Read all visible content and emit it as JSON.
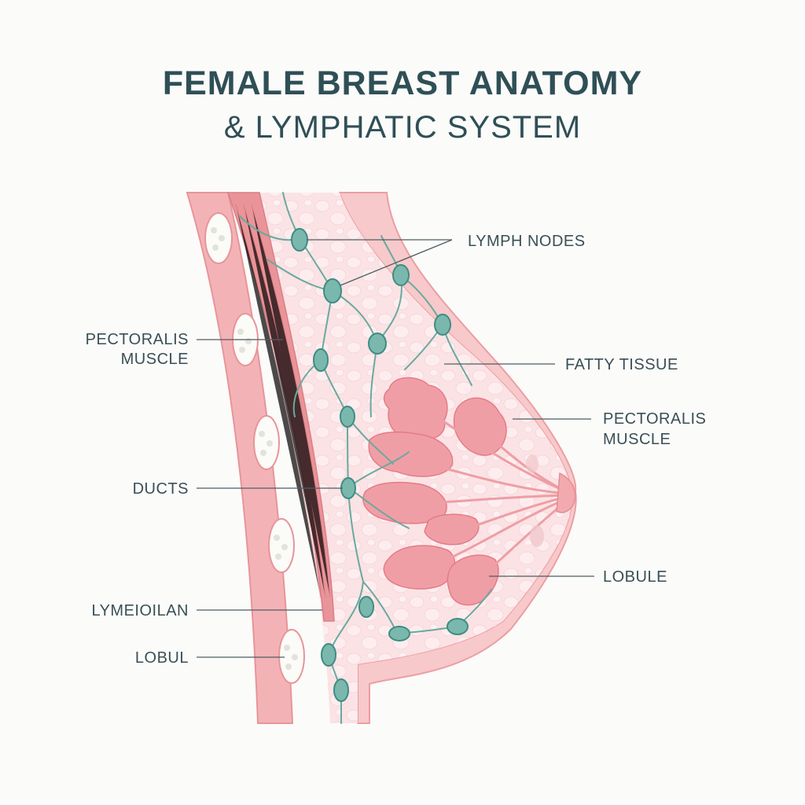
{
  "title": {
    "line1": "FEMALE BREAST ANATOMY",
    "line2": "& LYMPHATIC SYSTEM"
  },
  "labels": {
    "lymph_nodes": "LYMPH NODES",
    "pectoralis_left_1": "PECTORALIS",
    "pectoralis_left_2": "MUSCLE",
    "fatty_tissue": "FATTY TISSUE",
    "pectoralis_right_1": "PECTORALIS",
    "pectoralis_right_2": "MUSCLE",
    "ducts": "DUCTS",
    "lobule_right": "LOBULE",
    "lymeioilan": "LYMEIOILAN",
    "lobul": "LOBUL"
  },
  "colors": {
    "title": "#2f4f56",
    "label_text": "#3a4f56",
    "skin": "#f4b8bb",
    "muscle": "#ea9ea1",
    "lobule": "#ef9ea5",
    "lymph": "#7ab8ad",
    "lymph_outline": "#3f8c82"
  }
}
